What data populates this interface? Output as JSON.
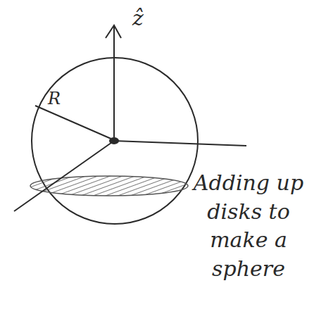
{
  "diagram": {
    "labels": [
      "ẑ",
      "R",
      "Adding up disks to make a sphere"
    ]
  }
}
